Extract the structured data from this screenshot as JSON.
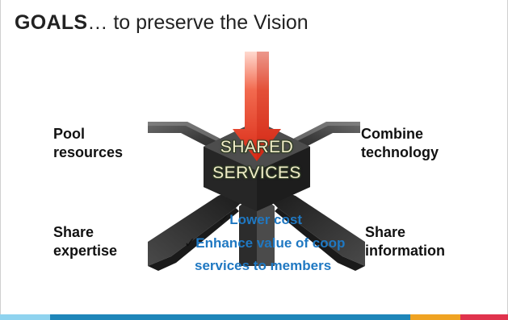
{
  "title": {
    "strong": "GOALS",
    "rest": "… to preserve the Vision"
  },
  "labels": {
    "pool": [
      "Pool",
      "resources"
    ],
    "combine": [
      "Combine",
      "technology"
    ],
    "share_expertise": [
      "Share",
      "expertise"
    ],
    "share_information": [
      "Share",
      "information"
    ]
  },
  "center": {
    "line1": "SHARED",
    "line2": "SERVICES"
  },
  "benefits": {
    "check": "✓",
    "line1": "Lower cost",
    "line2": "Enhance value of coop",
    "line3": "services to members"
  },
  "colors": {
    "arrow_red": "#e8381f",
    "arrow_dark": "#3a3a3a",
    "benefit_blue": "#1f78c2",
    "center_text": "#f2edc9",
    "footer": [
      "#8fd3ef",
      "#1e86b9",
      "#f0a322",
      "#e0334d"
    ]
  }
}
